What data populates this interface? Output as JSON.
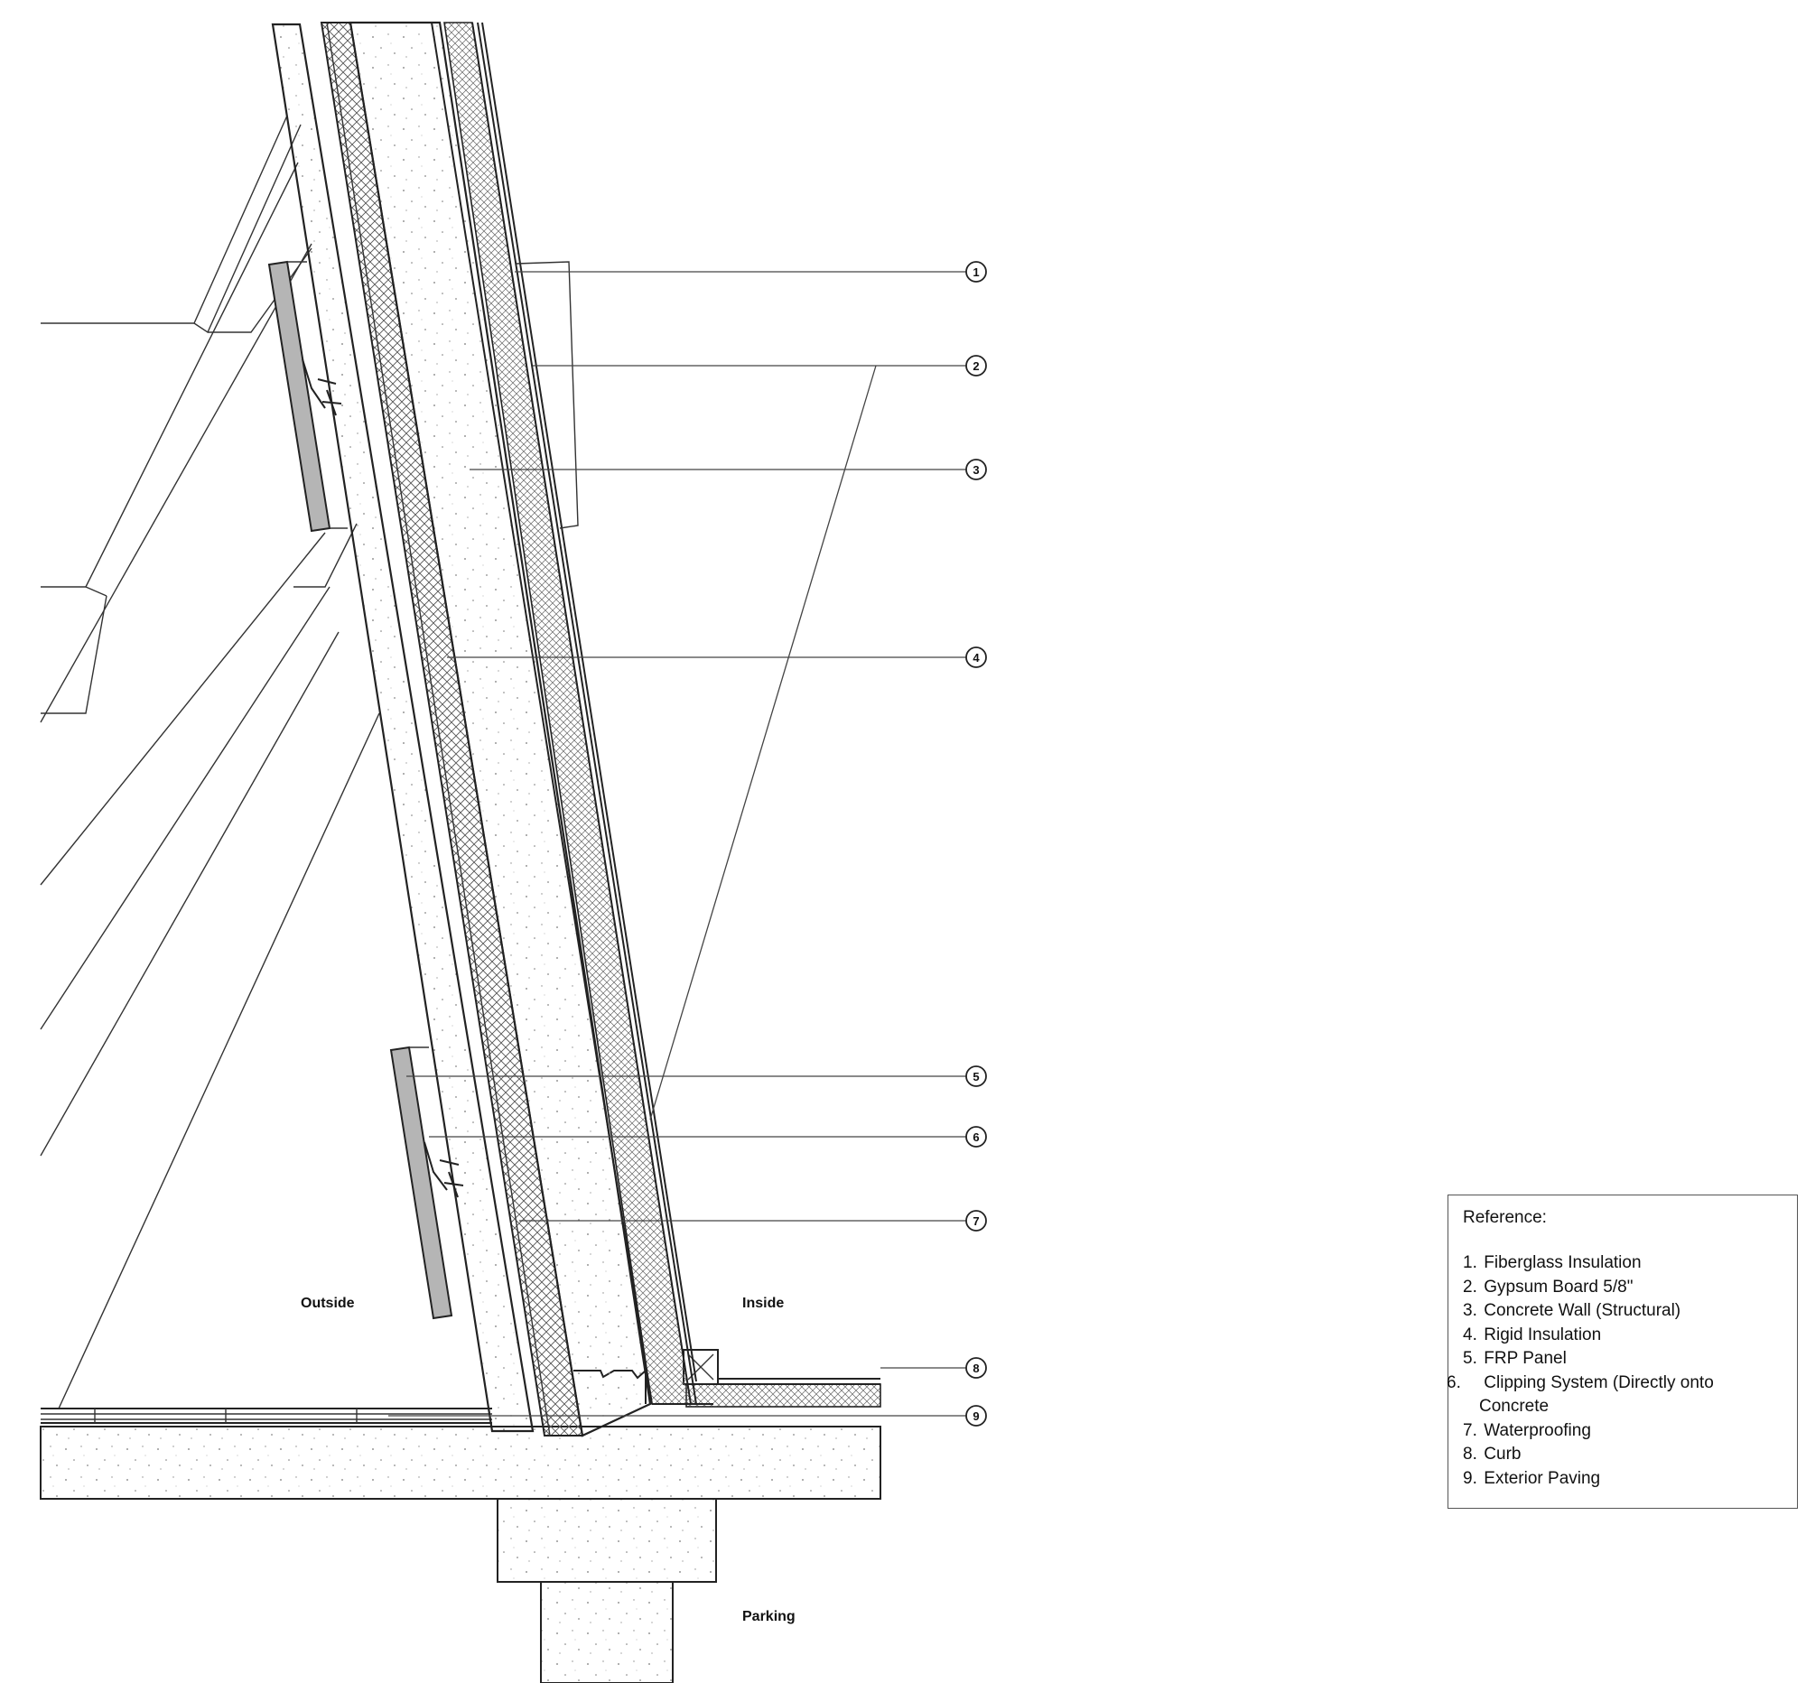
{
  "regions": {
    "outside": "Outside",
    "inside": "Inside",
    "parking": "Parking"
  },
  "callouts": [
    "1",
    "2",
    "3",
    "4",
    "5",
    "6",
    "7",
    "8",
    "9"
  ],
  "legend": {
    "title": "Reference:",
    "items": [
      {
        "num": "1.",
        "text": "Fiberglass Insulation"
      },
      {
        "num": "2.",
        "text": "Gypsum Board 5/8\""
      },
      {
        "num": "3.",
        "text": "Concrete Wall (Structural)"
      },
      {
        "num": "4.",
        "text": "Rigid Insulation"
      },
      {
        "num": "5.",
        "text": "FRP Panel"
      },
      {
        "num": "6.",
        "text": "Clipping System (Directly onto Concrete"
      },
      {
        "num": "7.",
        "text": "Waterproofing"
      },
      {
        "num": "8.",
        "text": "Curb"
      },
      {
        "num": "9.",
        "text": "Exterior Paving"
      }
    ]
  },
  "colors": {
    "line": "#222222",
    "panel_fill": "#b5b5b5",
    "hatch": "#555555",
    "background": "#ffffff"
  }
}
